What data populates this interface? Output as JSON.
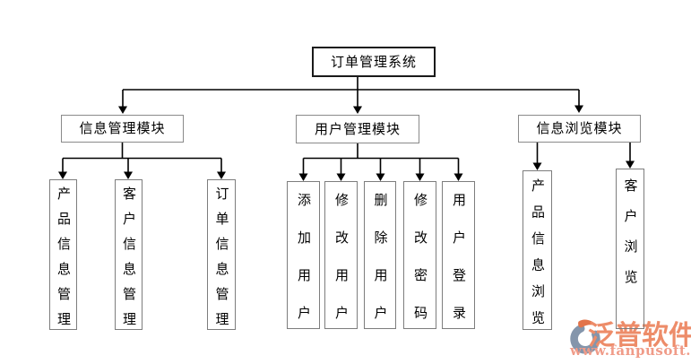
{
  "diagram": {
    "root": {
      "label": "订单管理系统"
    },
    "modules": [
      {
        "label": "信息管理模块",
        "children": [
          {
            "label": "产品信息管理"
          },
          {
            "label": "客户信息管理"
          },
          {
            "label": "订单信息管理"
          }
        ]
      },
      {
        "label": "用户管理模块",
        "children": [
          {
            "label": "添加用户"
          },
          {
            "label": "修改用户"
          },
          {
            "label": "删除用户"
          },
          {
            "label": "修改密码"
          },
          {
            "label": "用户登录"
          }
        ]
      },
      {
        "label": "信息浏览模块",
        "children": [
          {
            "label": "产品信息浏览"
          },
          {
            "label": "客户浏览"
          }
        ]
      }
    ]
  },
  "watermark": {
    "brand": "泛普软件",
    "url": "www.fanpusoft.com",
    "icon": "fanpu-logo-icon",
    "colors": {
      "brand_text": "#ED8C69",
      "url_text": "#F09B88",
      "icon_blue": "#8495AB",
      "icon_orange": "#E2744B"
    }
  }
}
